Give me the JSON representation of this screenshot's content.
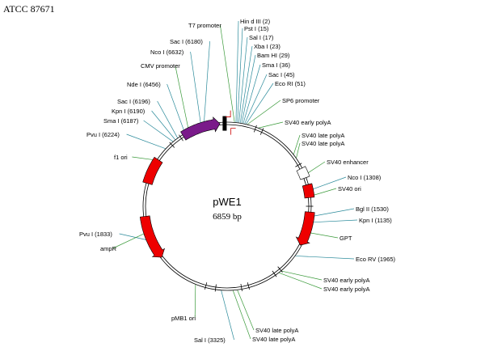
{
  "header": {
    "accession": "ATCC 87671"
  },
  "plasmid": {
    "name": "pWE1",
    "size": "6859  bp"
  },
  "colors": {
    "backbone": "#000000",
    "feature": "#ee0000",
    "feature_alt": "#7a1a8a",
    "line_teal": "#2a8a9a",
    "line_green": "#3a9a3a"
  },
  "sites": [
    {
      "id": "t7",
      "text": "T7 promoter",
      "angle": 5
    },
    {
      "id": "hind",
      "text": "Hin  d III (2)",
      "angle": 6
    },
    {
      "id": "pst",
      "text": "Pst   I (15)",
      "angle": 7
    },
    {
      "id": "sal17",
      "text": "Sal   I (17)",
      "angle": 8
    },
    {
      "id": "xba",
      "text": "Xba   I (23)",
      "angle": 9
    },
    {
      "id": "bam",
      "text": "Bam   HI (29)",
      "angle": 10
    },
    {
      "id": "sma36",
      "text": "Sma   I (36)",
      "angle": 11
    },
    {
      "id": "sac45",
      "text": "Sac   I (45)",
      "angle": 12
    },
    {
      "id": "eco",
      "text": "Eco   RI (51)",
      "angle": 13
    },
    {
      "id": "sp6",
      "text": "SP6 promoter",
      "angle": 14
    },
    {
      "id": "sv1",
      "text": "SV40 early polyA",
      "angle": 22
    },
    {
      "id": "sv2",
      "text": "SV40 late polyA",
      "angle": 52
    },
    {
      "id": "sv3",
      "text": "SV40 late polyA",
      "angle": 55
    },
    {
      "id": "enh",
      "text": "SV40 enhancer",
      "angle": 68
    },
    {
      "id": "nco1",
      "text": "Nco   I (1308)",
      "angle": 79
    },
    {
      "id": "svori",
      "text": "SV40 ori",
      "angle": 83
    },
    {
      "id": "bgl",
      "text": "Bgl   II (1530)",
      "angle": 97
    },
    {
      "id": "kpn1",
      "text": "Kpn   I (1135)",
      "angle": 101
    },
    {
      "id": "gpt",
      "text": "GPT",
      "angle": 108
    },
    {
      "id": "ecorv",
      "text": "Eco   RV (1965)",
      "angle": 126
    },
    {
      "id": "sv4",
      "text": "SV40 early polyA",
      "angle": 140
    },
    {
      "id": "sv5",
      "text": "SV40 early polyA",
      "angle": 142
    },
    {
      "id": "sv6",
      "text": "SV40 late polyA",
      "angle": 173
    },
    {
      "id": "sv7",
      "text": "SV40 late polyA",
      "angle": 176
    },
    {
      "id": "sal2",
      "text": "Sal   I (3325)",
      "angle": 184
    },
    {
      "id": "pmb1",
      "text": "pMB1 ori",
      "angle": 202
    },
    {
      "id": "pvu2",
      "text": "Pvu   I (1833)",
      "angle": 246
    },
    {
      "id": "ampr",
      "text": "ampR",
      "angle": 252
    },
    {
      "id": "f1",
      "text": "f1 ori",
      "angle": 303
    },
    {
      "id": "pvu1",
      "text": "Pvu   I (6224)",
      "angle": 313
    },
    {
      "id": "sma2",
      "text": "Sma   I (6187)",
      "angle": 320
    },
    {
      "id": "kpn2",
      "text": "Kpn   I (6190)",
      "angle": 322
    },
    {
      "id": "sac2",
      "text": "Sac   I (6196)",
      "angle": 324
    },
    {
      "id": "nde",
      "text": "Nde   I (6456)",
      "angle": 330
    },
    {
      "id": "cmv",
      "text": "CMV promoter",
      "angle": 333
    },
    {
      "id": "nco2",
      "text": "Nco   I (6632)",
      "angle": 342
    },
    {
      "id": "sac3",
      "text": "Sac   I (6180)",
      "angle": 344
    }
  ]
}
